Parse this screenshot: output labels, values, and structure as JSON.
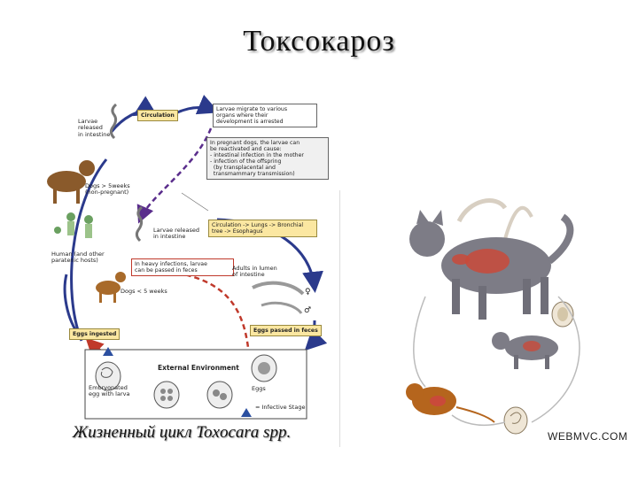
{
  "slide": {
    "title": "Токсокароз",
    "caption": "Жизненный цикл Toxocara spp.",
    "watermark": "WEBMVC.COM"
  },
  "diagram": {
    "larvae_intestine": "Larvae\nreleased\nin intestine",
    "circulation_box": "Circulation",
    "migrate_box": "Larvae migrate to various\norgans where their\ndevelopment is arrested",
    "pregnant_box": "In pregnant dogs, the larvae can\nbe reactivated and cause:\n- intestinal infection in the mother\n- infection of the offspring\n  (by transplacental and\n  transmammary transmission)",
    "dogs_gt5": "Dogs > 5weeks\n(non-pregnant)",
    "larvae_released": "Larvae released\nin intestine",
    "circulation_lungs": "Circulation -> Lungs -> Bronchial\ntree -> Esophagus",
    "human_label": "Human (and other\nparatenic hosts)",
    "heavy_infections": "In heavy infections, larvae\ncan be passed in feces",
    "adults_lumen": "Adults in lumen\nof intestine",
    "dogs_lt5": "Dogs < 5 weeks",
    "eggs_ingested": "Eggs ingested",
    "eggs_passed": "Eggs passed in feces",
    "external_env": "External Environment",
    "embryonated": "Embryonated\negg with larva",
    "eggs": "Eggs",
    "infective": "= Infective Stage",
    "sex_f": "♀",
    "sex_m": "♂"
  },
  "colors": {
    "blue_arrow": "#2b3a8c",
    "purple_arrow": "#5a2d8c",
    "red_arrow": "#c0392b",
    "yellow_box": "#fbe7a1",
    "infective_triangle": "#2b4fa0"
  }
}
